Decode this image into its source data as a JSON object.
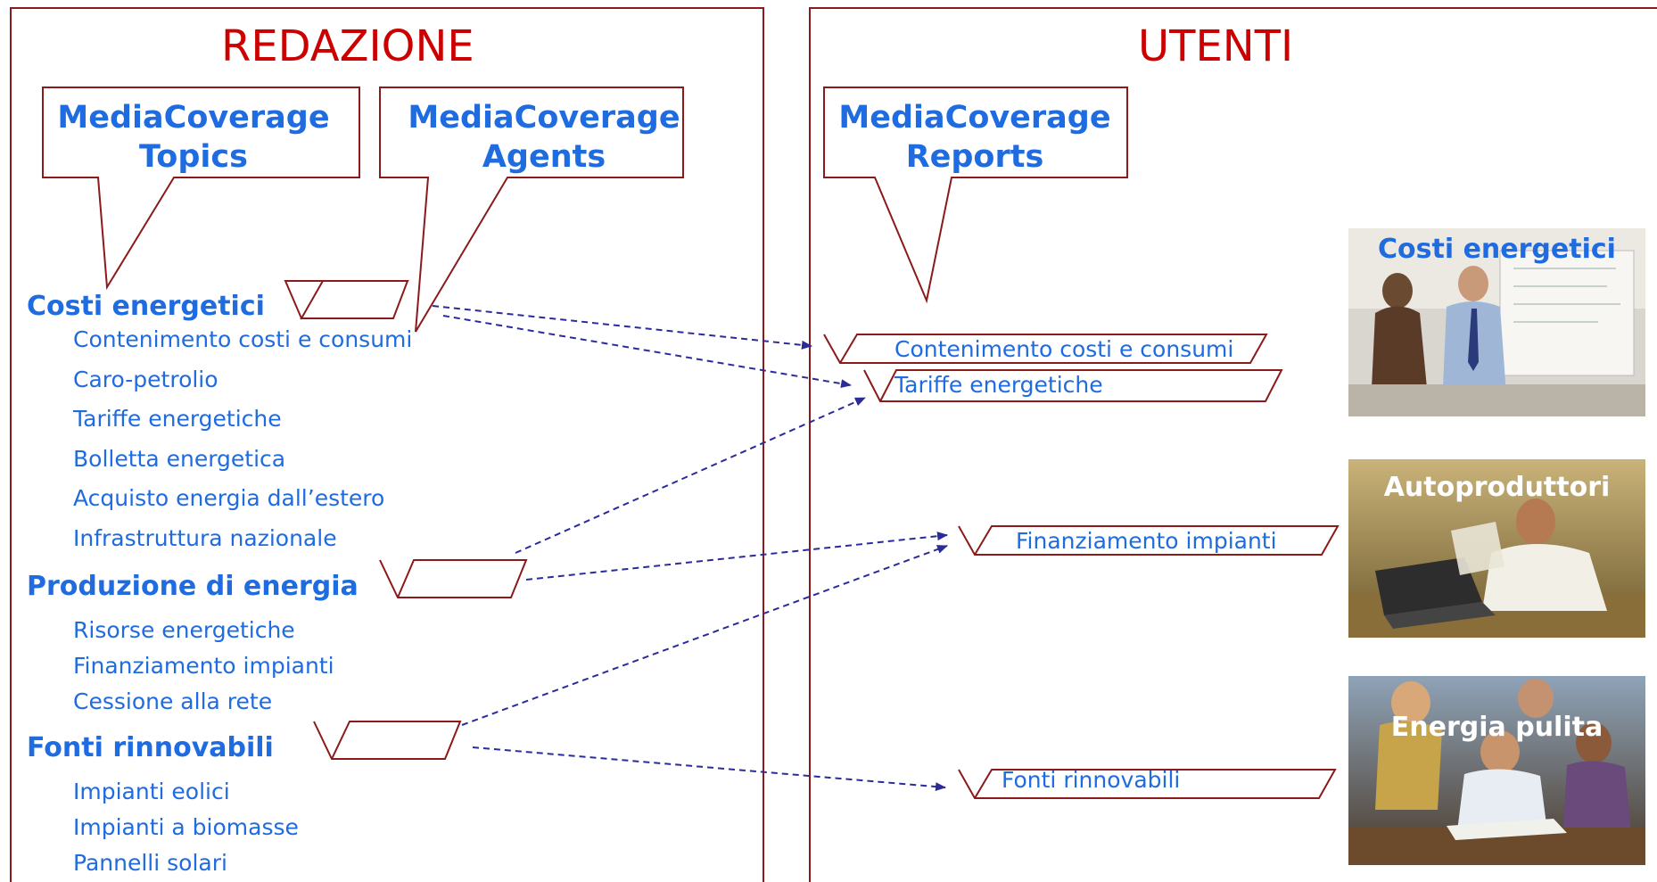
{
  "redazione": {
    "title": "REDAZIONE",
    "callout_topics": [
      "MediaCoverage",
      "Topics"
    ],
    "callout_agents": [
      "MediaCoverage",
      "Agents"
    ],
    "groups": [
      {
        "title": "Costi energetici",
        "items": [
          "Contenimento costi e consumi",
          "Caro-petrolio",
          "Tariffe energetiche",
          "Bolletta energetica",
          "Acquisto energia dall’estero",
          "Infrastruttura nazionale"
        ]
      },
      {
        "title": "Produzione di energia",
        "items": [
          "Risorse energetiche",
          "Finanziamento impianti",
          "Cessione alla rete"
        ]
      },
      {
        "title": "Fonti rinnovabili",
        "items": [
          "Impianti eolici",
          "Impianti a biomasse",
          "Pannelli solari"
        ]
      }
    ]
  },
  "utenti": {
    "title": "UTENTI",
    "callout_reports": [
      "MediaCoverage",
      "Reports"
    ],
    "report_labels": [
      "Contenimento costi e consumi",
      "Tariffe energetiche",
      "Finanziamento impianti",
      "Fonti rinnovabili"
    ],
    "photos": [
      {
        "caption": "Costi energetici",
        "caption_color": "#1f6be0"
      },
      {
        "caption": "Autoproduttori",
        "caption_color": "#ffffff"
      },
      {
        "caption": "Energia pulita",
        "caption_color": "#ffffff"
      }
    ]
  },
  "colors": {
    "frame": "#8b1a1a",
    "title": "#cc0000",
    "text": "#1f6be0",
    "arrow": "#2b2b9a"
  }
}
